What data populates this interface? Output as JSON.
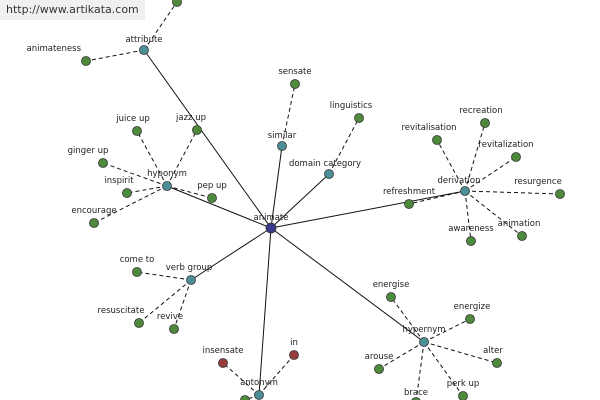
{
  "watermark": "http://www.artikata.com",
  "colors": {
    "root": "#3a3a8c",
    "relation": "#4d8f97",
    "term": "#4e8a3c",
    "antonym": "#9a3b3b",
    "edge": "#111111"
  },
  "graph": {
    "root": {
      "id": "animate",
      "label": "animate"
    },
    "relations": [
      {
        "id": "attribute",
        "label": "attribute",
        "terms": [
          {
            "id": "animateness",
            "label": "animateness"
          },
          {
            "id": "attribute-extra",
            "label": ""
          }
        ]
      },
      {
        "id": "similar",
        "label": "similar",
        "terms": [
          {
            "id": "sensate",
            "label": "sensate"
          }
        ]
      },
      {
        "id": "domain-category",
        "label": "domain category",
        "terms": [
          {
            "id": "linguistics",
            "label": "linguistics"
          }
        ]
      },
      {
        "id": "derivation",
        "label": "derivation",
        "terms": [
          {
            "id": "revitalisation",
            "label": "revitalisation"
          },
          {
            "id": "recreation",
            "label": "recreation"
          },
          {
            "id": "revitalization",
            "label": "revitalization"
          },
          {
            "id": "resurgence",
            "label": "resurgence"
          },
          {
            "id": "animation",
            "label": "animation"
          },
          {
            "id": "awareness",
            "label": "awareness"
          },
          {
            "id": "refreshment",
            "label": "refreshment"
          }
        ]
      },
      {
        "id": "hyponym",
        "label": "hyponym",
        "terms": [
          {
            "id": "juice-up",
            "label": "juice up"
          },
          {
            "id": "jazz-up",
            "label": "jazz up"
          },
          {
            "id": "ginger-up",
            "label": "ginger up"
          },
          {
            "id": "inspirit",
            "label": "inspirit"
          },
          {
            "id": "pep-up",
            "label": "pep up"
          },
          {
            "id": "encourage",
            "label": "encourage"
          }
        ]
      },
      {
        "id": "verb-group",
        "label": "verb group",
        "terms": [
          {
            "id": "come-to",
            "label": "come to"
          },
          {
            "id": "resuscitate",
            "label": "resuscitate"
          },
          {
            "id": "revive",
            "label": "revive"
          }
        ]
      },
      {
        "id": "hypernym",
        "label": "hypernym",
        "terms": [
          {
            "id": "energise",
            "label": "energise"
          },
          {
            "id": "energize",
            "label": "energize"
          },
          {
            "id": "alter",
            "label": "alter"
          },
          {
            "id": "perk-up",
            "label": "perk up"
          },
          {
            "id": "brace",
            "label": "brace"
          },
          {
            "id": "arouse",
            "label": "arouse"
          }
        ]
      },
      {
        "id": "antonym",
        "label": "antonym",
        "terms": [
          {
            "id": "insensate",
            "label": "insensate",
            "kind": "antonym"
          },
          {
            "id": "in",
            "label": "in",
            "kind": "antonym"
          },
          {
            "id": "antonym-extra",
            "label": ""
          }
        ]
      }
    ]
  }
}
